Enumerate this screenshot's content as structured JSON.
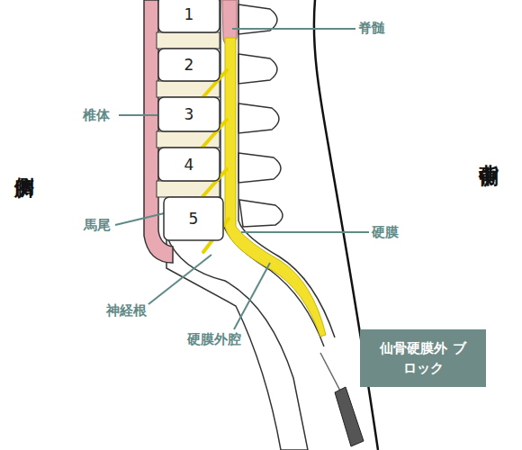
{
  "diagram": {
    "nodes": [
      {
        "text": [
          "1"
        ]
      },
      {
        "text": [
          "2"
        ]
      },
      {
        "text": [
          "3"
        ]
      },
      {
        "text": [
          "4"
        ]
      },
      {
        "text": [
          "5"
        ]
      },
      {
        "text": [
          "仙骨硬膜外 ブロック"
        ]
      }
    ],
    "labels": [
      "脊髄",
      "椎体",
      "馬尾",
      "神経根",
      "硬膜外腔",
      "硬膜",
      "臍側",
      "背中側"
    ]
  }
}
